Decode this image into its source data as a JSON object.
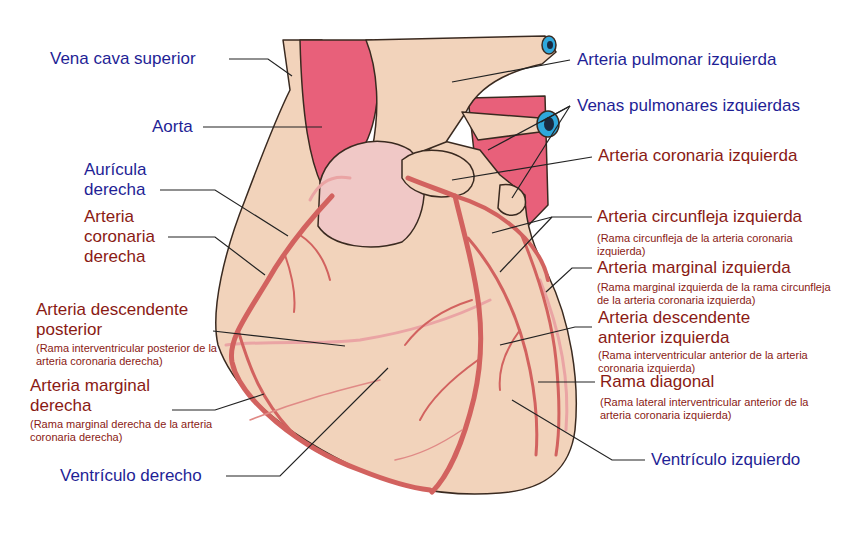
{
  "diagram": {
    "labels": [
      "Vena cava superior",
      "Aorta",
      "Aurícula derecha",
      "Arteria coronaria derecha",
      "Arteria descendente posterior",
      "(Rama interventricular posterior de la arteria coronaria derecha)",
      "Arteria marginal derecha",
      "(Rama marginal derecha de la arteria coronaria derecha)",
      "Ventrículo derecho",
      "Arteria pulmonar izquierda",
      "Venas pulmonares izquierdas",
      "Arteria coronaria izquierda",
      "Arteria circunfleja izquierda",
      "(Rama circunfleja de la arteria coronaria izquierda)",
      "Arteria marginal izquierda",
      "(Rama marginal izquierda de la rama circunfleja de la arteria coronaria izquierda)",
      "Arteria descendente anterior izquierda",
      "(Rama interventricular anterior de la arteria coronaria izquierda)",
      "Rama diagonal",
      "(Rama lateral interventricular anterior de la arteria coronaria izquierda)",
      "Ventrículo izquierdo"
    ]
  }
}
